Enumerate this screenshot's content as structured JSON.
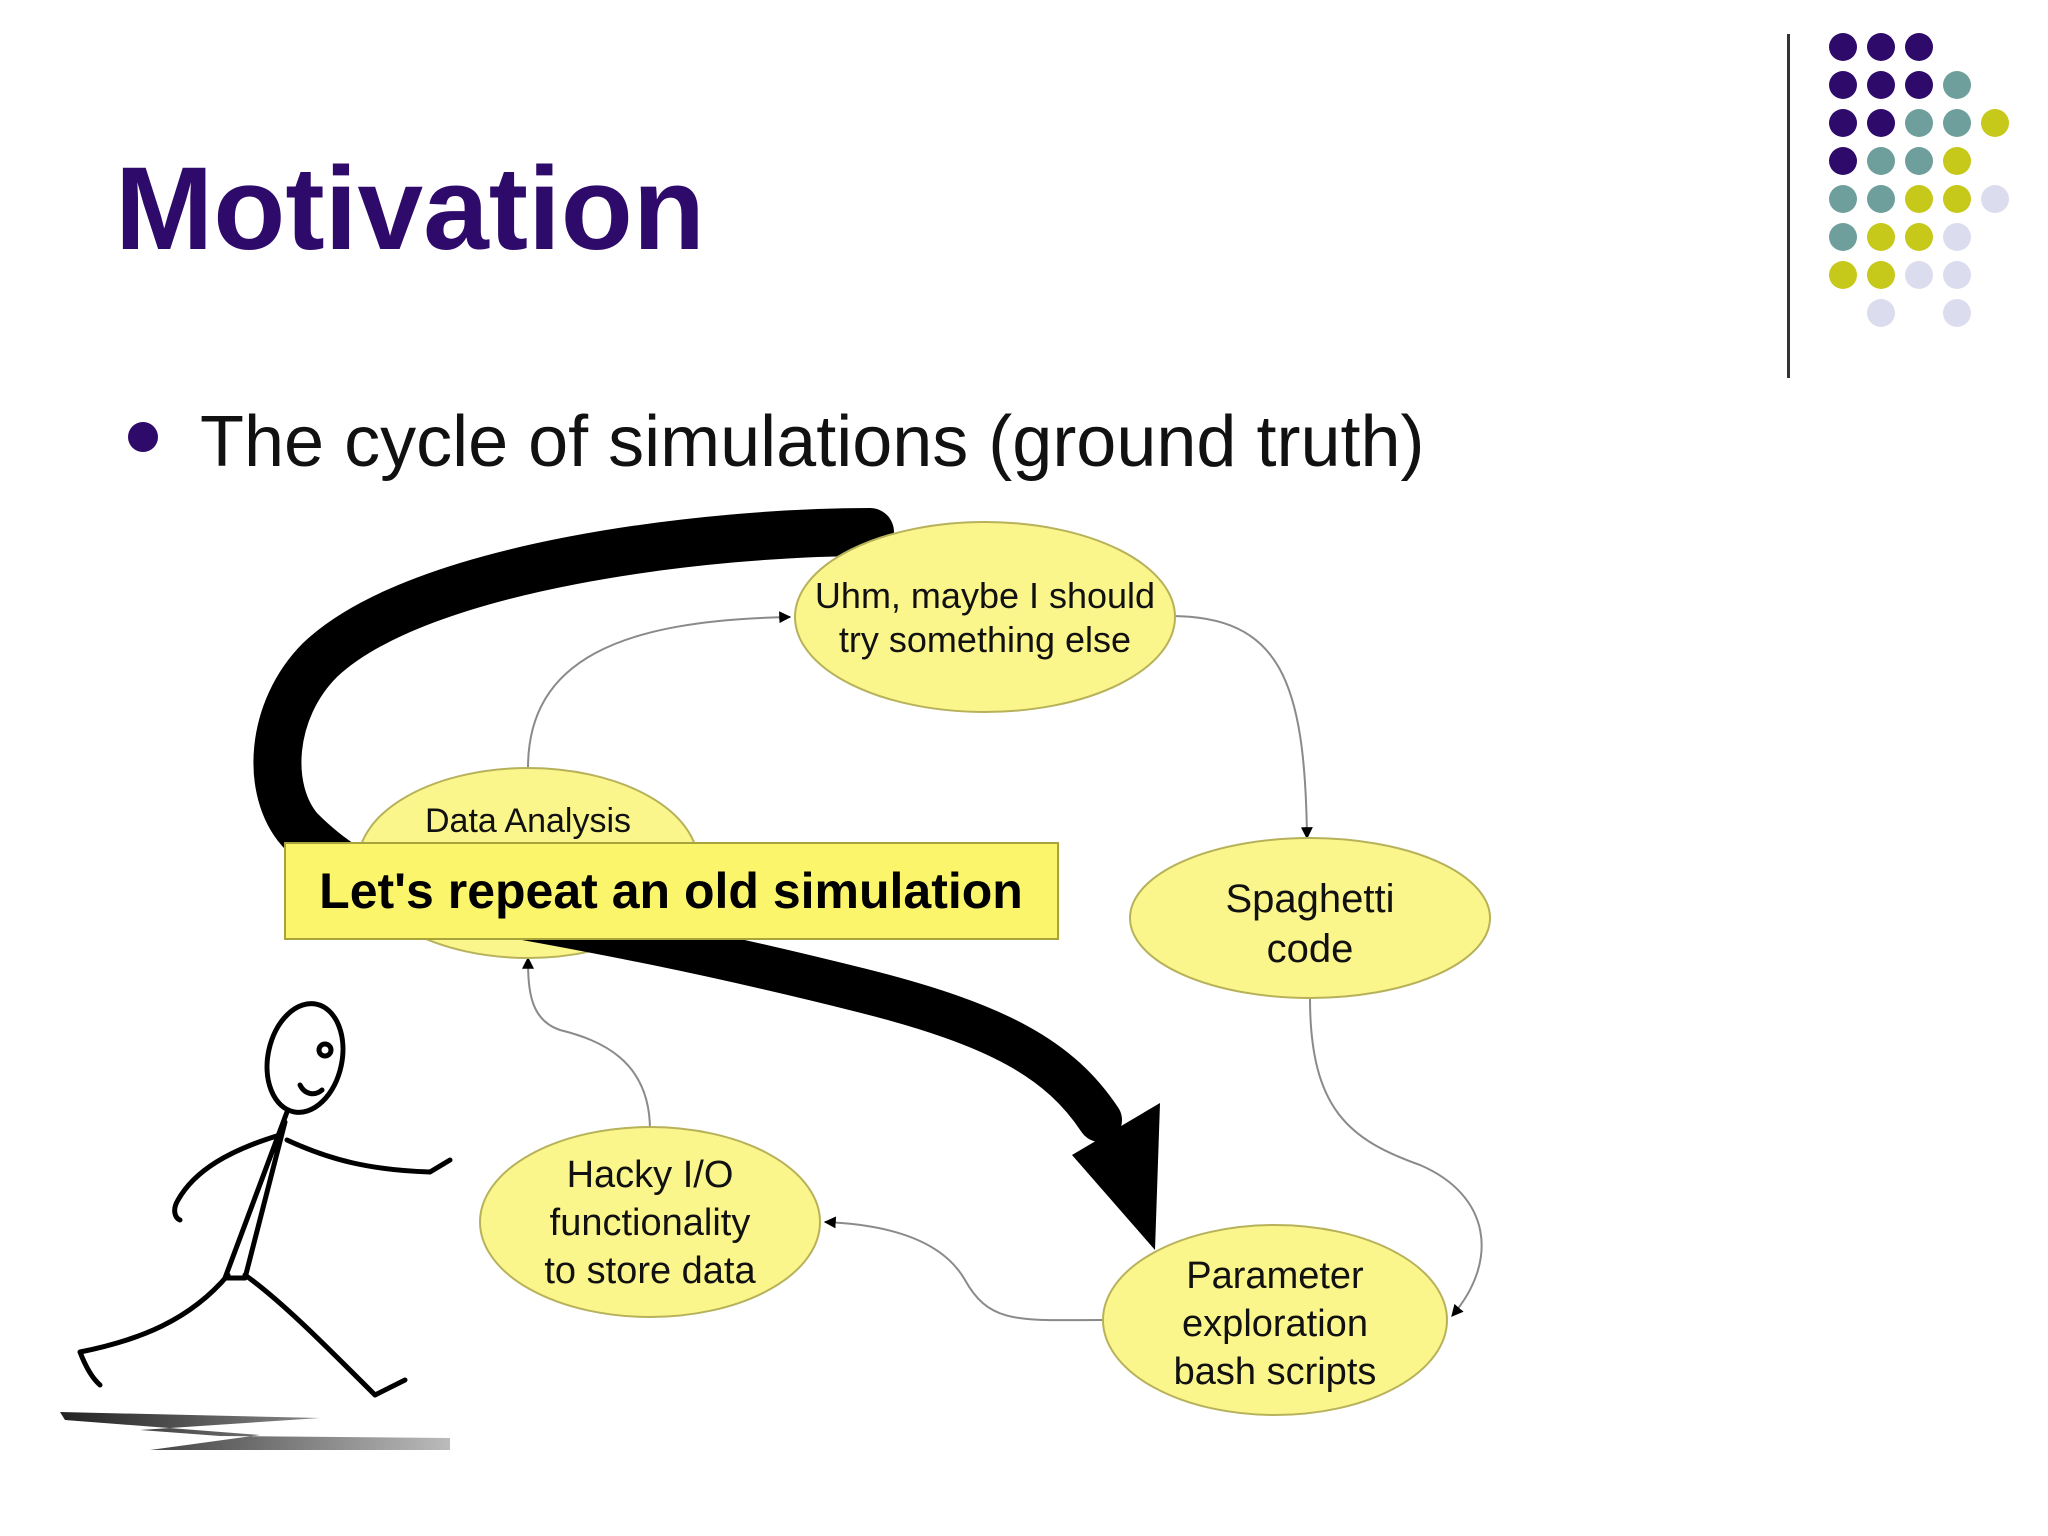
{
  "slide": {
    "title": "Motivation",
    "bullet": "The cycle of simulations (ground truth)"
  },
  "colors": {
    "title": "#2e0a6b",
    "node_fill": "#fbf68c",
    "node_stroke": "#b7b25a",
    "dot_purple": "#2e0a6b",
    "dot_teal": "#6f9f9c",
    "dot_olive": "#c6c81a",
    "dot_lavender": "#dcdcef"
  },
  "diagram": {
    "nodes": {
      "uhm": {
        "line1": "Uhm, maybe I should",
        "line2": "try something else"
      },
      "spaghetti": {
        "line1": "Spaghetti",
        "line2": "code"
      },
      "parameter": {
        "line1": "Parameter",
        "line2": "exploration",
        "line3": "bash scripts"
      },
      "hacky": {
        "line1": "Hacky I/O",
        "line2": "functionality",
        "line3": "to store data"
      },
      "data_analysis": {
        "line1": "Data Analysis"
      }
    },
    "callout": "Let's repeat an old simulation"
  },
  "icons": {
    "stick_figure": "running-stick-figure-icon",
    "logo_dots": "dot-grid-logo-icon"
  }
}
